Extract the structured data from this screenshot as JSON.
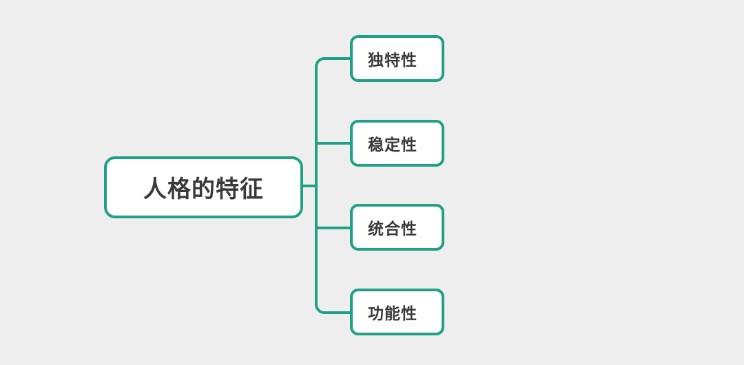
{
  "diagram": {
    "type": "mind-map",
    "background_color": "#eeeeee",
    "accent_color": "#20a085",
    "text_color": "#3a3a3a",
    "root": {
      "label": "人格的特征"
    },
    "children": [
      {
        "label": "独特性"
      },
      {
        "label": "稳定性"
      },
      {
        "label": "统合性"
      },
      {
        "label": "功能性"
      }
    ]
  }
}
